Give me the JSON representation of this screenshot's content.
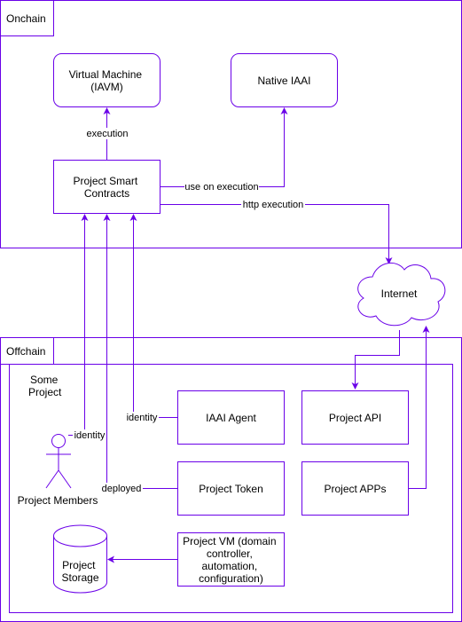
{
  "zones": {
    "onchain": "Onchain",
    "offchain": "Offchain",
    "some_project": [
      "Some",
      "Project"
    ]
  },
  "nodes": {
    "virtual_machine": [
      "Virtual Machine",
      "(IAVM)"
    ],
    "native_iaai": [
      "Native IAAI"
    ],
    "smart_contracts": [
      "Project Smart",
      "Contracts"
    ],
    "internet": [
      "Internet"
    ],
    "iaai_agent": [
      "IAAI Agent"
    ],
    "project_api": [
      "Project API"
    ],
    "project_token": [
      "Project Token"
    ],
    "project_apps": [
      "Project APPs"
    ],
    "project_vm": [
      "Project VM (domain",
      "controller,",
      "automation,",
      "configuration)"
    ],
    "project_storage": [
      "Project",
      "Storage"
    ],
    "project_members": [
      "Project Members"
    ]
  },
  "edges": {
    "execution": "execution",
    "use_on_execution": "use on execution",
    "http_execution": "http execution",
    "identity_agent": "identity",
    "identity_member": "identity",
    "deployed": "deployed"
  },
  "colors": {
    "stroke": "#6a00e8",
    "text": "#000000",
    "background": "#ffffff"
  }
}
